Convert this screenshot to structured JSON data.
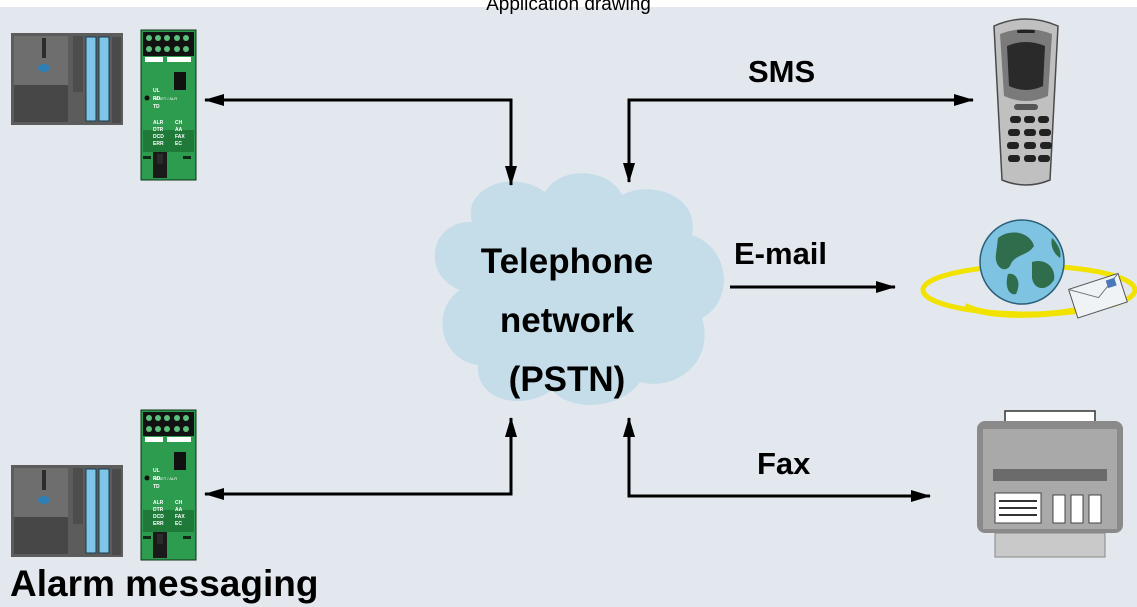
{
  "header": {
    "title": "Application drawing"
  },
  "network": {
    "line1": "Telephone",
    "line2": "network",
    "line3": "(PSTN)"
  },
  "channels": {
    "sms": "SMS",
    "email": "E-mail",
    "fax": "Fax"
  },
  "footer": {
    "caption": "Alarm messaging"
  },
  "device": {
    "leds_left": [
      "UL",
      "RD",
      "TD",
      "ALR",
      "DTR",
      "DCD",
      "ERR"
    ],
    "leds_right": [
      "CH",
      "AA",
      "FAX",
      "EC"
    ],
    "reset_label": "RESET / ALR"
  },
  "colors": {
    "background": "#e2e8ee",
    "cloud": "#c4dde8",
    "arrow": "#000000",
    "email_orbit": "#f2e200"
  }
}
